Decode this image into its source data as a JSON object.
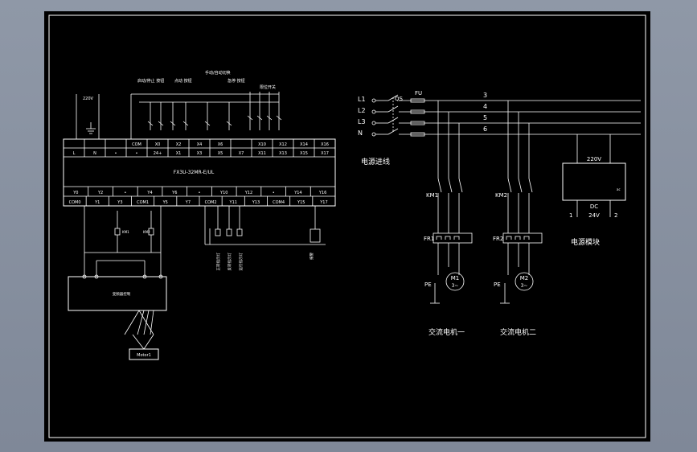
{
  "colors": {
    "background": "#000000",
    "line": "#ffffff",
    "viewport": "#8e97a6"
  },
  "plc": {
    "model": "FX3U-32MR-E/UL",
    "supply_voltage": "220V",
    "input_top_row": [
      "",
      "",
      "",
      "COM",
      "X0",
      "X2",
      "X4",
      "X6",
      "",
      "X10",
      "X12",
      "X14",
      "X16"
    ],
    "input_bottom_row": [
      "L",
      "N",
      "•",
      "•",
      "24+",
      "X1",
      "X3",
      "X5",
      "X7",
      "X11",
      "X13",
      "X15",
      "X17"
    ],
    "output_top_row": [
      "Y0",
      "Y2",
      "•",
      "Y4",
      "Y6",
      "•",
      "Y10",
      "Y12",
      "•",
      "Y14",
      "Y16"
    ],
    "output_bottom_row": [
      "COM0",
      "Y1",
      "Y3",
      "COM1",
      "Y5",
      "Y7",
      "COM2",
      "Y11",
      "Y13",
      "COM4",
      "Y15",
      "Y17"
    ],
    "input_labels": [
      "启动/停止 按钮",
      "点动 按钮",
      "手动/自动切换",
      "急停 按钮",
      "限位开关"
    ],
    "relay_labels": [
      "KM1",
      "KM2"
    ],
    "output_labels": [
      "正转指示灯",
      "反转指示灯",
      "运行指示灯",
      "报警"
    ],
    "inverter_label": "变频器控制",
    "motor_box_label": "Motor1"
  },
  "power": {
    "phases": [
      "L1",
      "L2",
      "L3",
      "N"
    ],
    "breaker_label": "QS",
    "fuse_label": "FU",
    "wire_numbers": [
      "3",
      "4",
      "5",
      "6"
    ],
    "incoming_label": "电源进线",
    "contactors": [
      "KM1",
      "KM2"
    ],
    "thermal_relays": [
      "FR1",
      "FR2"
    ],
    "motors": [
      "M1",
      "M2"
    ],
    "motor_phase": "3~",
    "earth_label": "PE",
    "motor_titles": [
      "交流电机一",
      "交流电机二"
    ],
    "psu": {
      "ac_label": "220V",
      "dc_label": "DC",
      "dc_voltage": "24V",
      "terminal_1": "1",
      "terminal_2": "2",
      "side_mark": "ac",
      "title": "电源模块"
    }
  }
}
